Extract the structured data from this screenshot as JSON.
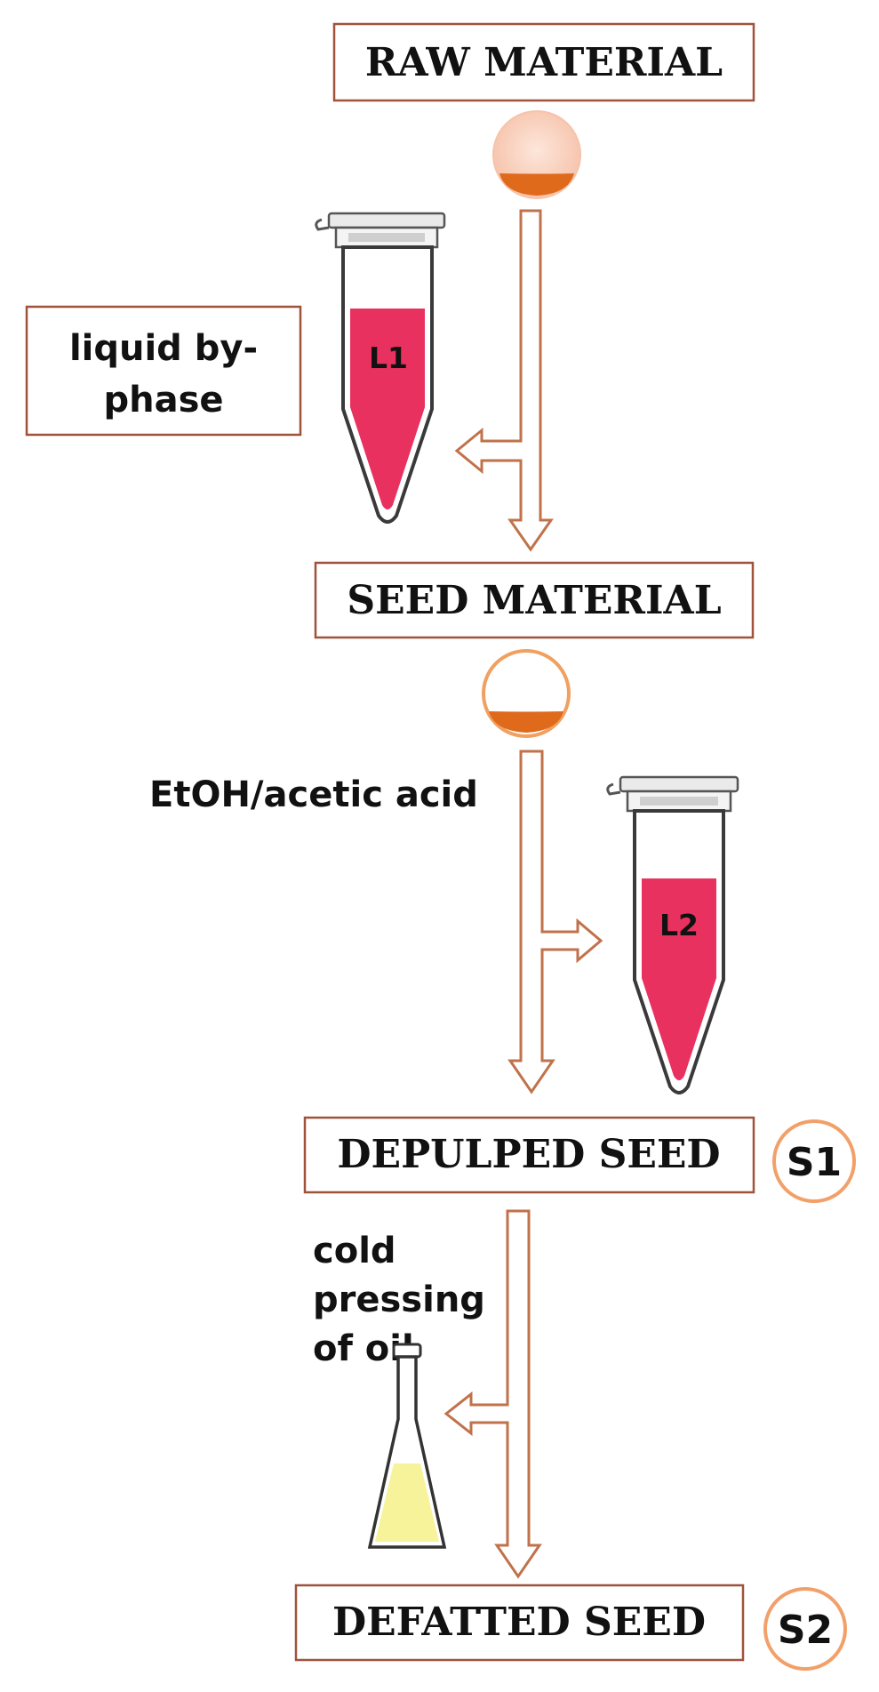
{
  "colors": {
    "box_border": "#a0523b",
    "arrow": "#c0724b",
    "tube_liquid": "#e8315f",
    "tube_outline": "#444444",
    "seed_fill": "#e06a1c",
    "raw_dish_bg": "#fbd9c9",
    "seed_dish_ring": "#f0a060",
    "badge_ring": "#f2a06a",
    "oil_fill": "#f6f39a"
  },
  "boxes": {
    "raw_material": "RAW MATERIAL",
    "seed_material": "SEED MATERIAL",
    "depulped_seed": "DEPULPED SEED",
    "defatted_seed": "DEFATTED SEED",
    "liquid_byphase": [
      "liquid by-",
      "phase"
    ]
  },
  "labels": {
    "etoh": "EtOH/acetic acid",
    "cold_pressing": [
      "cold",
      "pressing",
      "of oil"
    ]
  },
  "tubes": {
    "l1": "L1",
    "l2": "L2"
  },
  "badges": {
    "s1": "S1",
    "s2": "S2"
  }
}
